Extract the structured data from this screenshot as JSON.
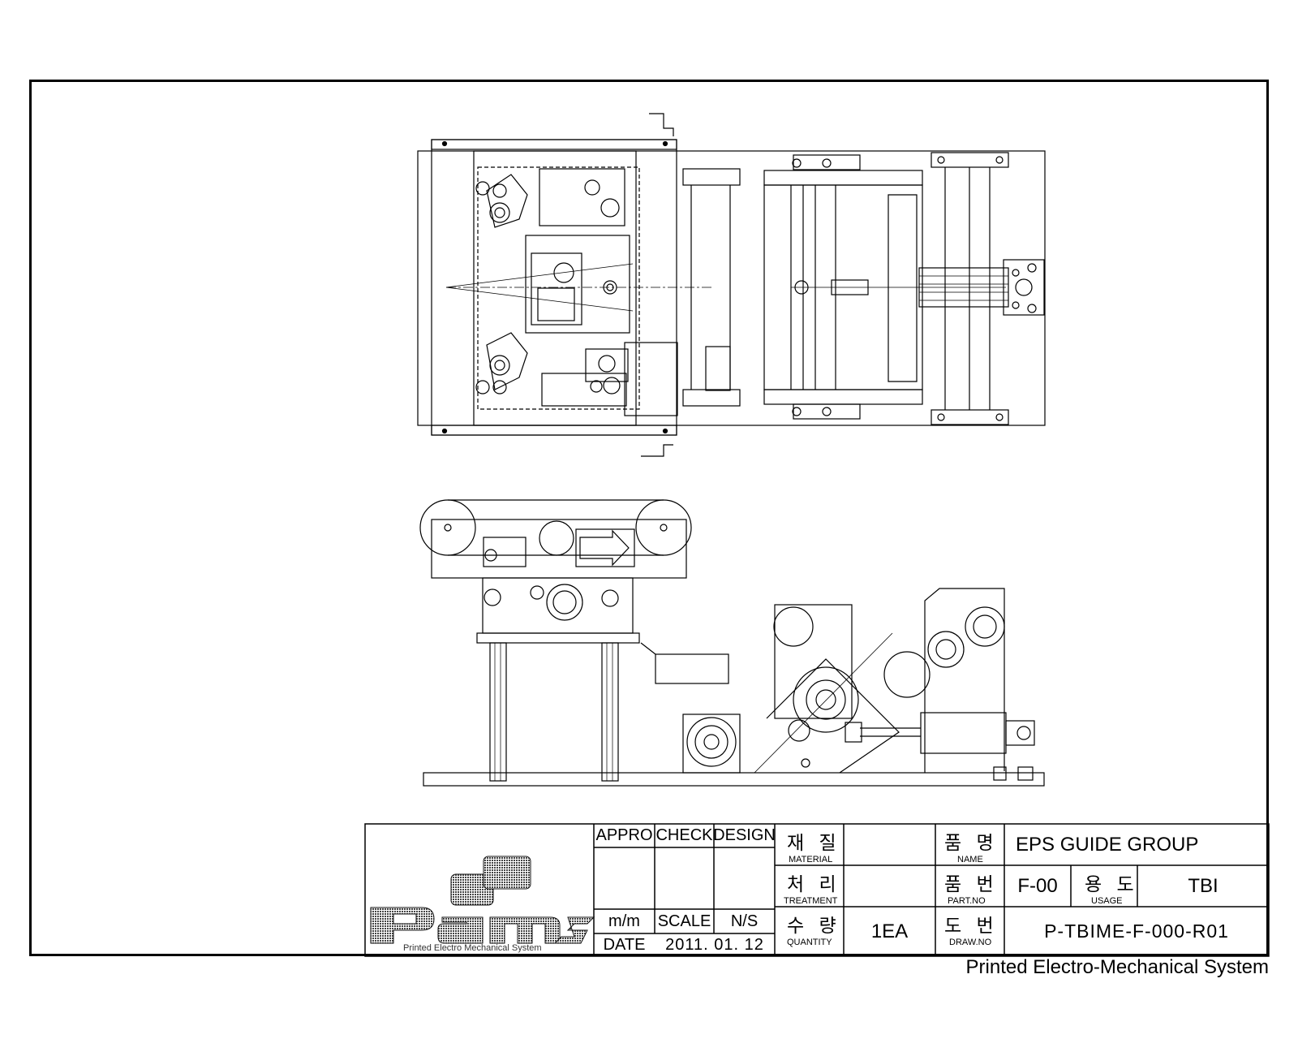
{
  "drawing": {
    "footer_text": "Printed Electro-Mechanical System",
    "line_color": "#000000"
  },
  "title_block": {
    "logo": {
      "text": "Pams",
      "subtitle": "Printed Electro Mechanical System"
    },
    "approvals": {
      "appro": "APPRO",
      "check": "CHECK",
      "design": "DESIGN"
    },
    "units": {
      "label": "m/m",
      "scale_label": "SCALE",
      "scale_value": "N/S"
    },
    "date": {
      "label": "DATE",
      "value": "2011. 01. 12"
    },
    "material": {
      "ko": "재 질",
      "en": "MATERIAL",
      "value": ""
    },
    "treatment": {
      "ko": "처 리",
      "en": "TREATMENT",
      "value": ""
    },
    "quantity": {
      "ko": "수 량",
      "en": "QUANTITY",
      "value": "1EA"
    },
    "name": {
      "ko": "품 명",
      "en": "NAME",
      "value": "EPS GUIDE GROUP"
    },
    "part_no": {
      "ko": "품 번",
      "en": "PART.NO",
      "value": "F-00"
    },
    "usage": {
      "ko": "용 도",
      "en": "USAGE",
      "value": "TBI"
    },
    "draw_no": {
      "ko": "도 번",
      "en": "DRAW.NO",
      "value": "P-TBIME-F-000-R01"
    }
  }
}
